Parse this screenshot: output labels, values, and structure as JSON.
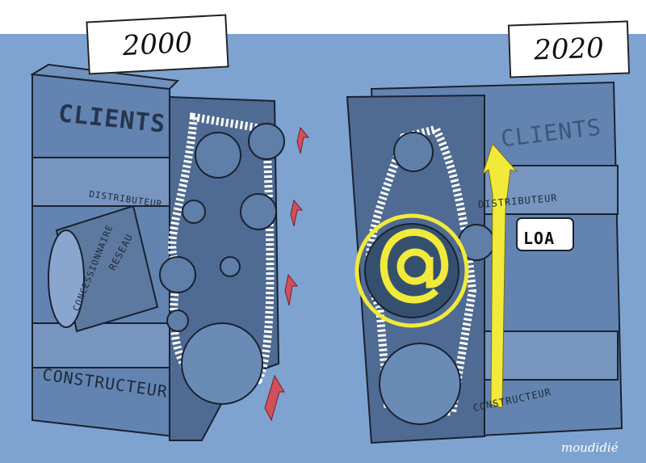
{
  "panels": {
    "left": {
      "year": "2000",
      "clients": "CLIENTS",
      "distributeur": "DISTRIBUTEUR",
      "constructeur": "CONSTRUCTEUR",
      "reseau": "RESEAU",
      "concessionnaire": "CONCESSIONNAIRE"
    },
    "right": {
      "year": "2020",
      "clients": "CLIENTS",
      "distributeur": "DISTRIBUTEUR",
      "constructeur": "CONSTRUCTEUR",
      "loa": "LOA"
    }
  },
  "signature": "moudidié",
  "colors": {
    "background": "#7ea3d1",
    "engine": "#5f7ea8",
    "red_arrows": "#d0505a",
    "yellow": "#f1ea3a"
  }
}
